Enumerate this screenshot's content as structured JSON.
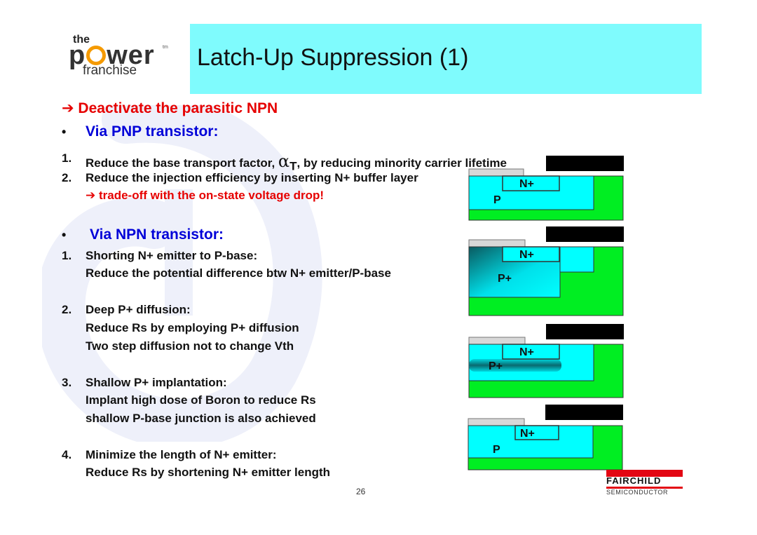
{
  "logo": {
    "the": "the",
    "main_left": "p",
    "main_right": "wer",
    "tm": "tm",
    "sub": "franchise"
  },
  "title": "Latch-Up Suppression (1)",
  "headline": "➔ Deactivate the parasitic NPN",
  "bullet_char": "•",
  "pnp": {
    "heading": "Via PNP transistor:",
    "items": [
      {
        "num": "1.",
        "text_a": "Reduce the base transport factor, ",
        "alpha": "α",
        "sub": "T",
        "text_b": ", by reducing minority carrier lifetime"
      },
      {
        "num": "2.",
        "text": "Reduce the injection efficiency by inserting N+ buffer layer"
      }
    ],
    "note": "➔ trade-off with the on-state voltage drop!"
  },
  "npn": {
    "heading": "Via NPN transistor:",
    "items": [
      {
        "num": "1.",
        "lines": [
          "Shorting N+ emitter to P-base:",
          "Reduce the potential difference btw N+ emitter/P-base"
        ]
      },
      {
        "num": "2.",
        "lines": [
          "Deep P+ diffusion:",
          "Reduce Rs by employing P+ diffusion",
          "Two step diffusion not to change Vth"
        ]
      },
      {
        "num": "3.",
        "lines": [
          "Shallow P+ implantation:",
          "Implant high dose of Boron to reduce Rs",
          "shallow P-base junction is also achieved"
        ]
      },
      {
        "num": "4.",
        "lines": [
          "Minimize the length of N+ emitter:",
          "Reduce Rs by shortening N+ emitter length"
        ]
      }
    ]
  },
  "diagrams": [
    {
      "n_label": "N+",
      "p_label": "P"
    },
    {
      "n_label": "N+",
      "p_label": "P+"
    },
    {
      "n_label": "N+",
      "p_label": "P+"
    },
    {
      "n_label": "N+",
      "p_label": "P"
    }
  ],
  "page_number": "26",
  "footer_logo": {
    "name": "FAIRCHILD",
    "sub": "SEMICONDUCTOR"
  },
  "colors": {
    "title_bg": "#7ffbfd",
    "cyan": "#00ffff",
    "green": "#00ee22",
    "red": "#e60000",
    "blue": "#0000d8"
  }
}
